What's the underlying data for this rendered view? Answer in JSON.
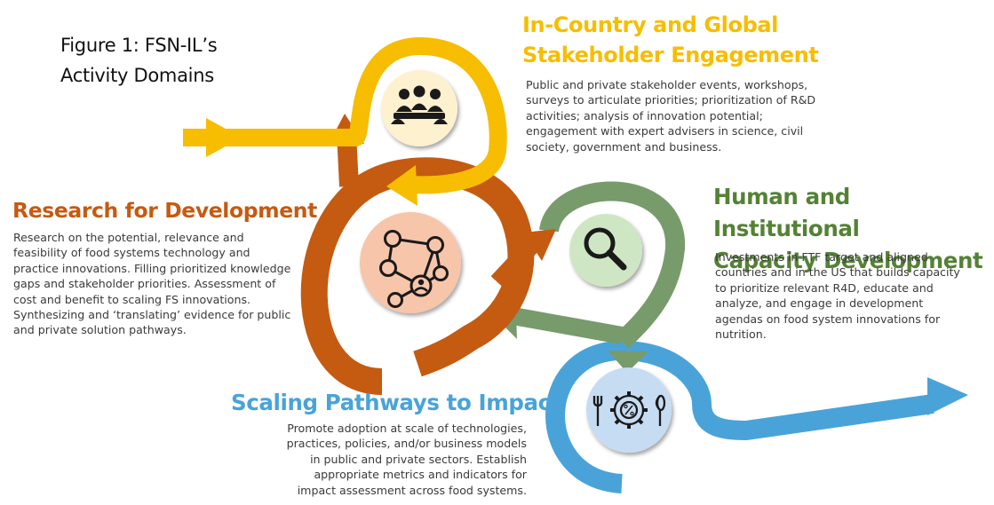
{
  "figure_title": {
    "line1": "Figure 1: FSN-IL’s",
    "line2": "Activity Domains"
  },
  "domains": {
    "stakeholder": {
      "title_lines": [
        "In-Country and Global",
        "Stakeholder Engagement"
      ],
      "color": "#f7bd00",
      "description_lines": [
        "Public and private stakeholder events, workshops,",
        "surveys to articulate priorities; prioritization of R&D",
        "activities; analysis of innovation potential;",
        "engagement with expert advisers in science, civil",
        "society, government and business."
      ],
      "icon": "meeting-group-icon",
      "icon_bg": "#fdf1cf"
    },
    "research": {
      "title_lines": [
        "Research for Development"
      ],
      "color": "#c55a11",
      "description_lines": [
        "Research on the potential, relevance and",
        "feasibility of food systems technology and",
        "practice innovations. Filling prioritized knowledge",
        "gaps and stakeholder priorities. Assessment of",
        "cost and benefit to scaling FS innovations.",
        "Synthesizing and ‘translating’ evidence for public",
        "and private solution pathways."
      ],
      "icon": "network-people-icon",
      "icon_bg": "#f7c5a9"
    },
    "human": {
      "title_lines": [
        "Human and Institutional",
        "Capacity Development"
      ],
      "color": "#548235",
      "description_lines": [
        "Investments in FTF target and aligned",
        "countries and in the US that builds capacity",
        "to prioritize relevant R4D, educate and",
        "analyze, and engage in development",
        "agendas on food system innovations for",
        "nutrition."
      ],
      "icon": "magnifier-icon",
      "icon_bg": "#cfe6c4"
    },
    "scaling": {
      "title_lines": [
        "Scaling Pathways to Impact"
      ],
      "color": "#4aa3d8",
      "description_lines": [
        "Promote adoption at scale of technologies,",
        "practices, policies, and/or business models",
        "in public and private sectors. Establish",
        "appropriate metrics and indicators for",
        "impact assessment across food systems."
      ],
      "icon": "food-gear-percent-icon",
      "icon_bg": "#c6dcf2"
    }
  },
  "colors": {
    "yellow": "#f7bd00",
    "orange": "#c55a11",
    "green": "#789b6c",
    "blue": "#4aa3d8",
    "icon_stroke": "#1a1a1a",
    "body_text": "#3a3a3a"
  }
}
